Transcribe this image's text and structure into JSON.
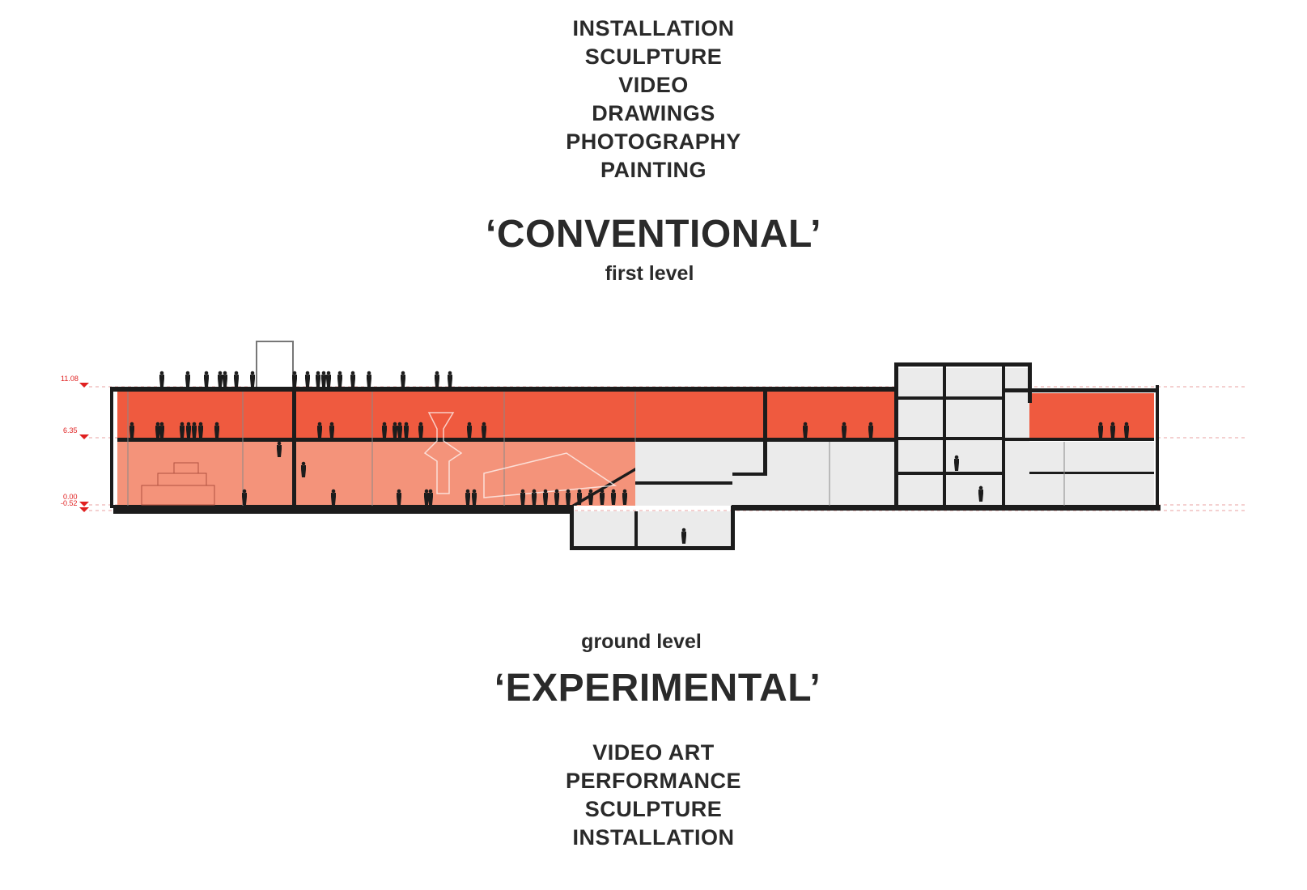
{
  "first_level": {
    "uses": [
      "INSTALLATION",
      "SCULPTURE",
      "VIDEO",
      "DRAWINGS",
      "PHOTOGRAPHY",
      "PAINTING"
    ],
    "title": "‘CONVENTIONAL’",
    "label": "first level"
  },
  "ground_level": {
    "label": "ground level",
    "title": "‘EXPERIMENTAL’",
    "uses": [
      "VIDEO ART",
      "PERFORMANCE",
      "SCULPTURE",
      "INSTALLATION"
    ]
  },
  "section": {
    "level_markers": [
      "11.08",
      "6.35",
      "0.00",
      "-0.52"
    ],
    "colors": {
      "first_level": "#ef5a3f",
      "ground_level": "#f4937a",
      "services": "#e8e8e8",
      "structure": "#1c1c1c",
      "marker": "#e02020"
    }
  }
}
